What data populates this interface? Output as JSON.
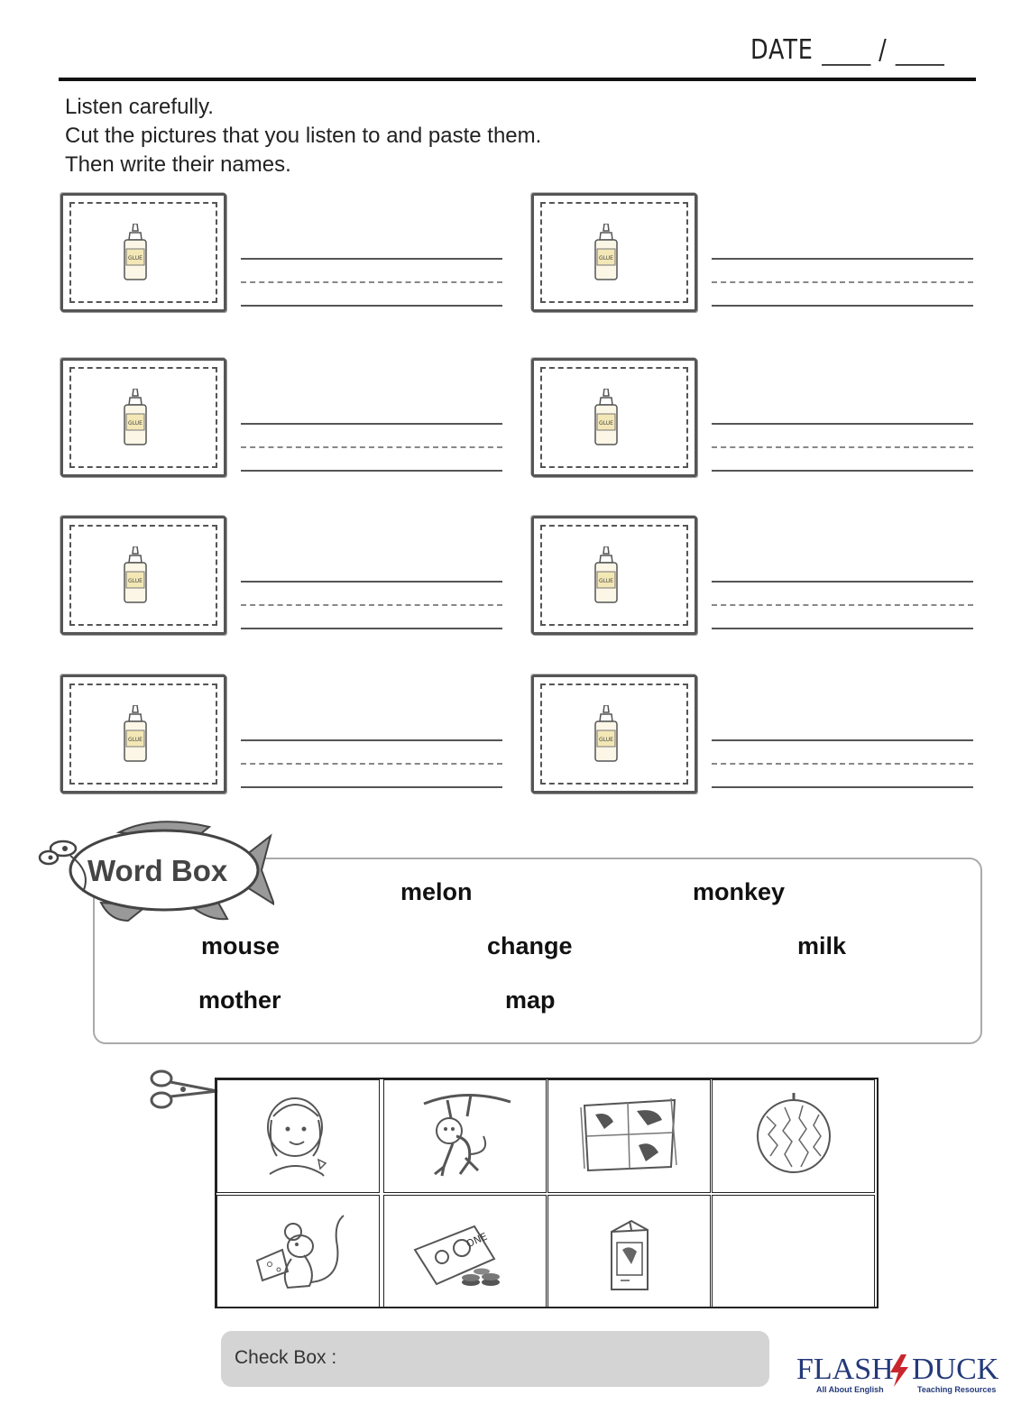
{
  "header": {
    "date_label": "DATE",
    "date_separator": "/"
  },
  "instructions": [
    "Listen carefully.",
    "Cut the pictures that you listen to and paste them.",
    "Then write their names."
  ],
  "paste_box_label": "GLUE",
  "word_box": {
    "title": "Word Box",
    "words": [
      "melon",
      "monkey",
      "mouse",
      "change",
      "milk",
      "mother",
      "map"
    ]
  },
  "pictures": [
    {
      "icon": "mother-icon"
    },
    {
      "icon": "monkey-icon"
    },
    {
      "icon": "map-icon"
    },
    {
      "icon": "melon-icon"
    },
    {
      "icon": "mouse-icon"
    },
    {
      "icon": "money-icon",
      "text": "ONE"
    },
    {
      "icon": "milk-icon"
    },
    {
      "icon": ""
    }
  ],
  "check_box": {
    "label": "Check Box :"
  },
  "logo": {
    "name_left": "FLASH",
    "name_right": "DUCK",
    "tagline_left": "All About English",
    "tagline_right": "Teaching Resources",
    "color": "#23397a",
    "accent": "#c8272d"
  }
}
